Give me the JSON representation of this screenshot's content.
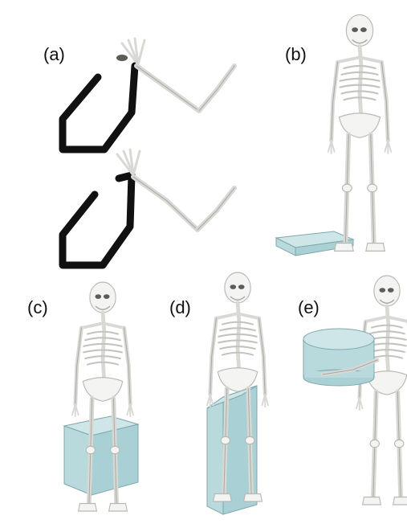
{
  "panels": {
    "a": {
      "label": "(a)"
    },
    "b": {
      "label": "(b)"
    },
    "c": {
      "label": "(c)"
    },
    "d": {
      "label": "(d)"
    },
    "e": {
      "label": "(e)"
    }
  },
  "colors": {
    "bone": "#f4f4f2",
    "bone_shadow": "#b9b9b4",
    "object": "#b9dadd",
    "trajectory": "#111111",
    "background": "#ffffff"
  }
}
